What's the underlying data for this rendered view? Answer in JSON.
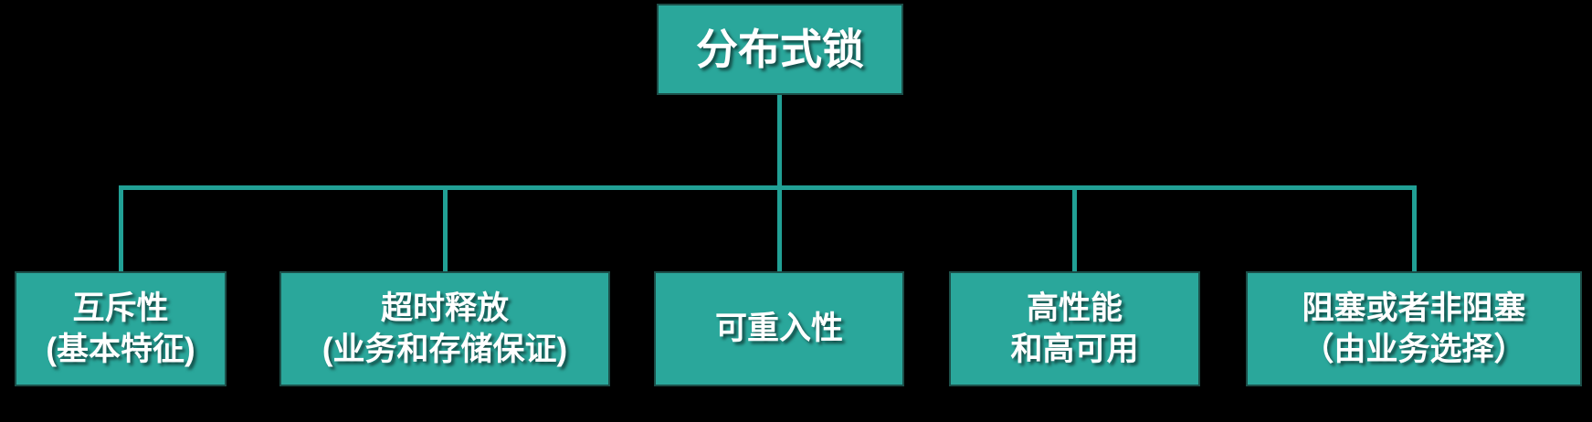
{
  "diagram": {
    "type": "org-chart",
    "background": "#000000",
    "colors": {
      "box_fill": "#2AA79B",
      "box_border": "#1C4F49",
      "line": "#21A095",
      "text": "#FFFFFF"
    },
    "root": {
      "label": "分布式锁"
    },
    "children": [
      {
        "line1": "互斥性",
        "line2": "(基本特征)"
      },
      {
        "line1": "超时释放",
        "line2": "(业务和存储保证)"
      },
      {
        "line1": "可重入性",
        "line2": ""
      },
      {
        "line1": "高性能",
        "line2": "和高可用"
      },
      {
        "line1": "阻塞或者非阻塞",
        "line2": "（由业务选择）"
      }
    ]
  }
}
